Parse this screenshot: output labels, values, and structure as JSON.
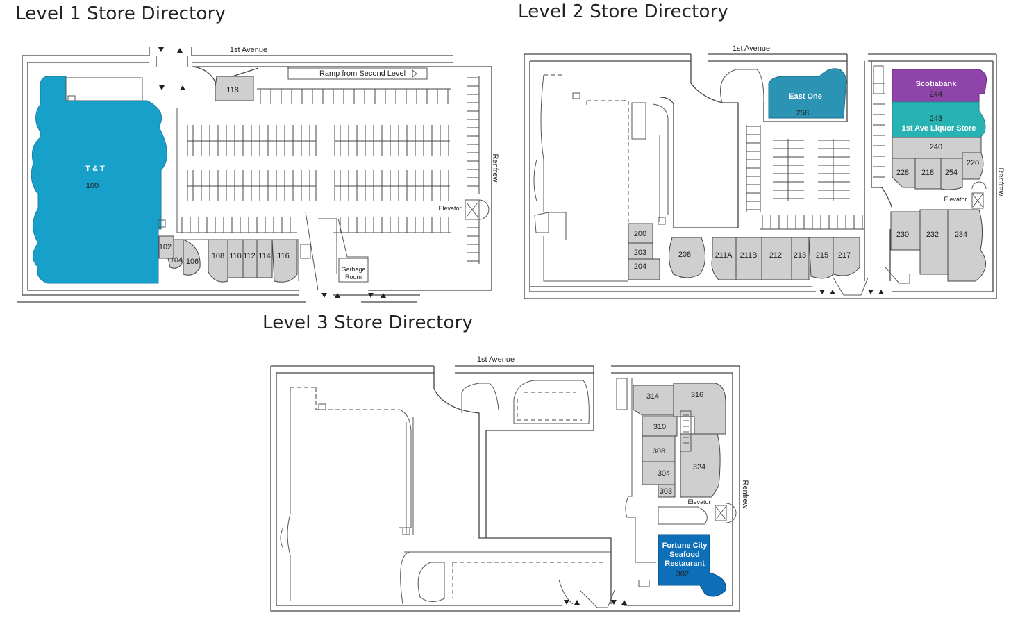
{
  "titles": {
    "level1": "Level 1 Store Directory",
    "level2": "Level 2 Store Directory",
    "level3": "Level 3 Store Directory"
  },
  "colors": {
    "tnt": "#17a0c9",
    "east_one": "#2b93b3",
    "scotiabank": "#8e44a8",
    "liquor": "#27b3b3",
    "fortune": "#0d6fb8",
    "unit": "#cfcfcf"
  },
  "level1": {
    "street_top": "1st Avenue",
    "street_side": "Renfrew",
    "ramp": "Ramp from Second Level",
    "elevator": "Elevator",
    "garbage_line1": "Garbage",
    "garbage_line2": "Room",
    "anchor_name": "T & T",
    "anchor_unit": "100",
    "units": [
      "118",
      "102",
      "104",
      "106",
      "108",
      "110",
      "112",
      "114",
      "116"
    ]
  },
  "level2": {
    "street_top": "1st Avenue",
    "street_side": "Renfrew",
    "elevator": "Elevator",
    "east_one_name": "East One",
    "east_one_unit": "258",
    "scotia_name": "Scotiabank",
    "scotia_unit": "244",
    "liquor_unit": "243",
    "liquor_name": "1st Ave Liquor Store",
    "units": [
      "240",
      "228",
      "218",
      "254",
      "220",
      "230",
      "232",
      "234",
      "200",
      "203",
      "204",
      "208",
      "211A",
      "211B",
      "212",
      "213",
      "215",
      "217"
    ]
  },
  "level3": {
    "street_top": "1st Avenue",
    "street_side": "Renfrew",
    "elevator": "Elevator",
    "fortune_line1": "Fortune City",
    "fortune_line2": "Seafood",
    "fortune_line3": "Restaurant",
    "fortune_unit": "302",
    "units": [
      "314",
      "316",
      "310",
      "308",
      "304",
      "303",
      "324"
    ]
  }
}
